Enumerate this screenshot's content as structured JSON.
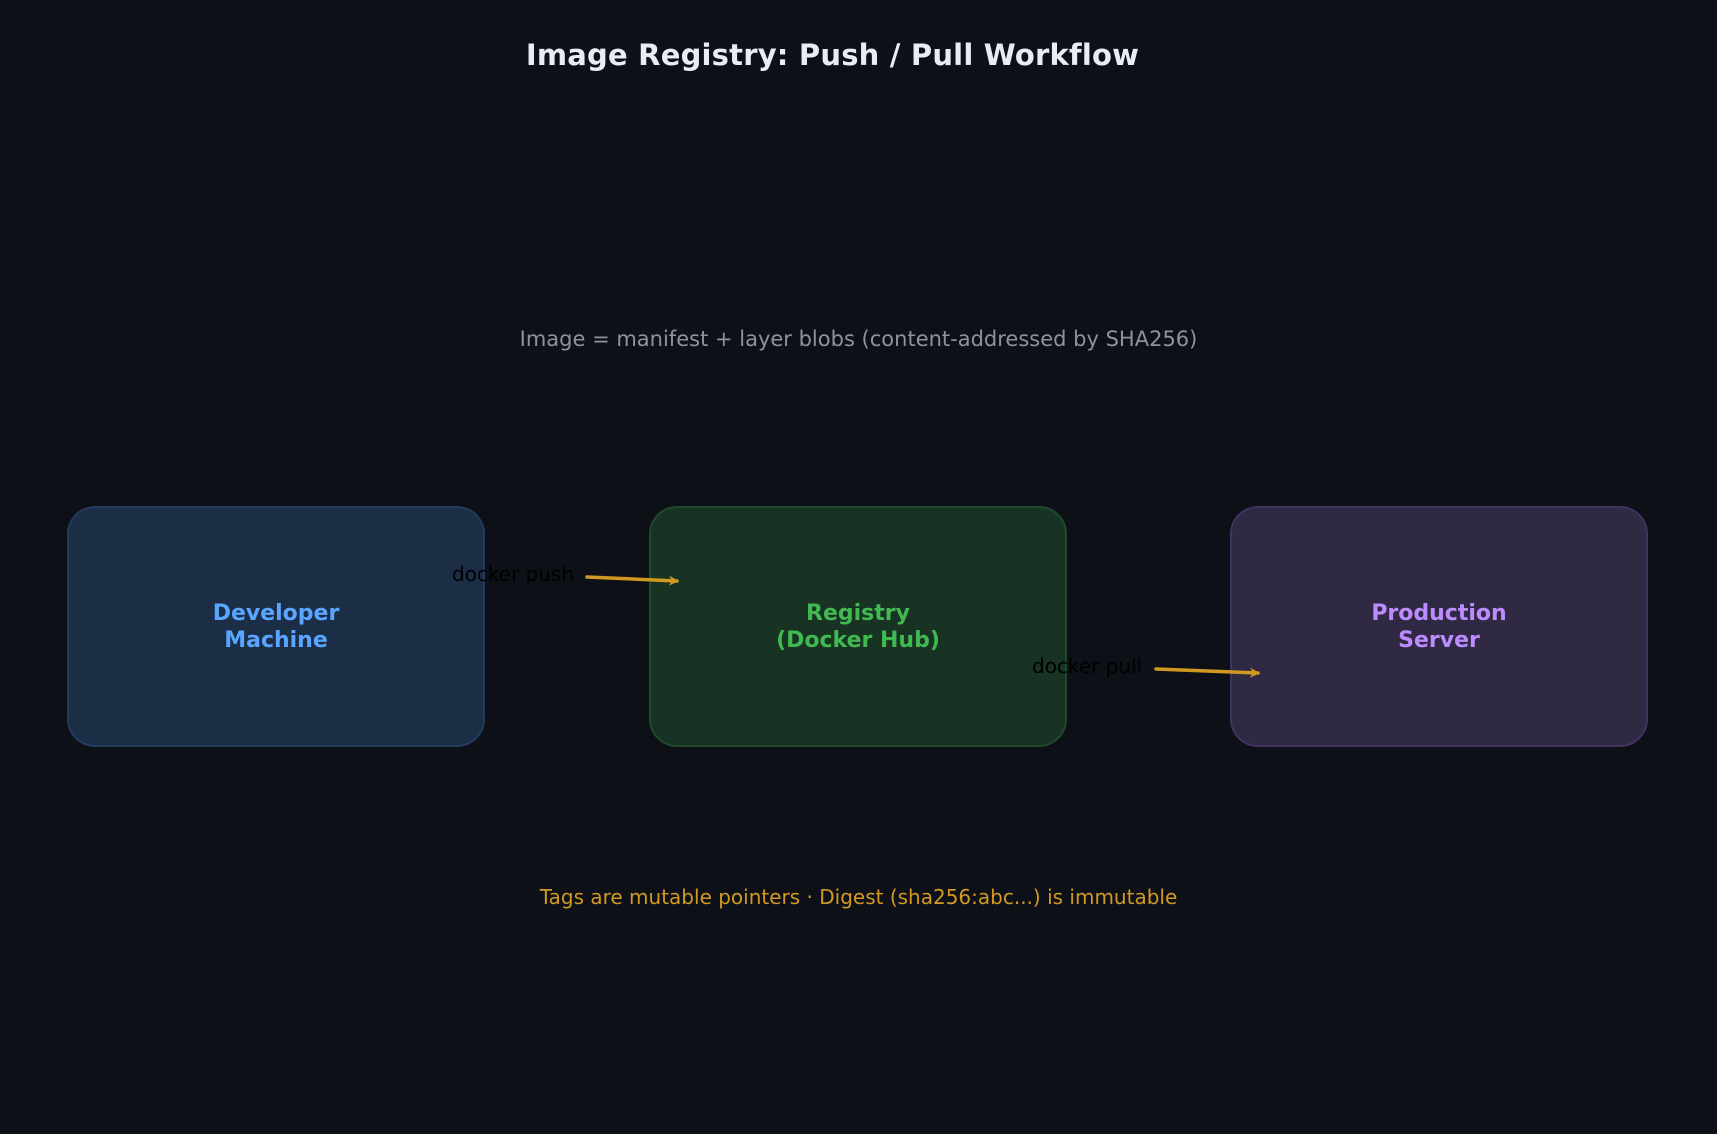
{
  "title": "Image Registry: Push / Pull Workflow",
  "subtitle": "Image = manifest + layer blobs (content-addressed by SHA256)",
  "footnote": "Tags are mutable pointers · Digest (sha256:abc...) is immutable",
  "nodes": {
    "developer": {
      "label": "Developer\nMachine",
      "color": "#58a6ff"
    },
    "registry": {
      "label": "Registry\n(Docker Hub)",
      "color": "#3fb950"
    },
    "production": {
      "label": "Production\nServer",
      "color": "#bc8cff"
    }
  },
  "edges": {
    "push": {
      "label": "docker push",
      "from": "developer",
      "to": "registry"
    },
    "pull": {
      "label": "docker pull",
      "from": "registry",
      "to": "production"
    }
  },
  "colors": {
    "background": "#0d1017",
    "arrow": "#d29922"
  }
}
